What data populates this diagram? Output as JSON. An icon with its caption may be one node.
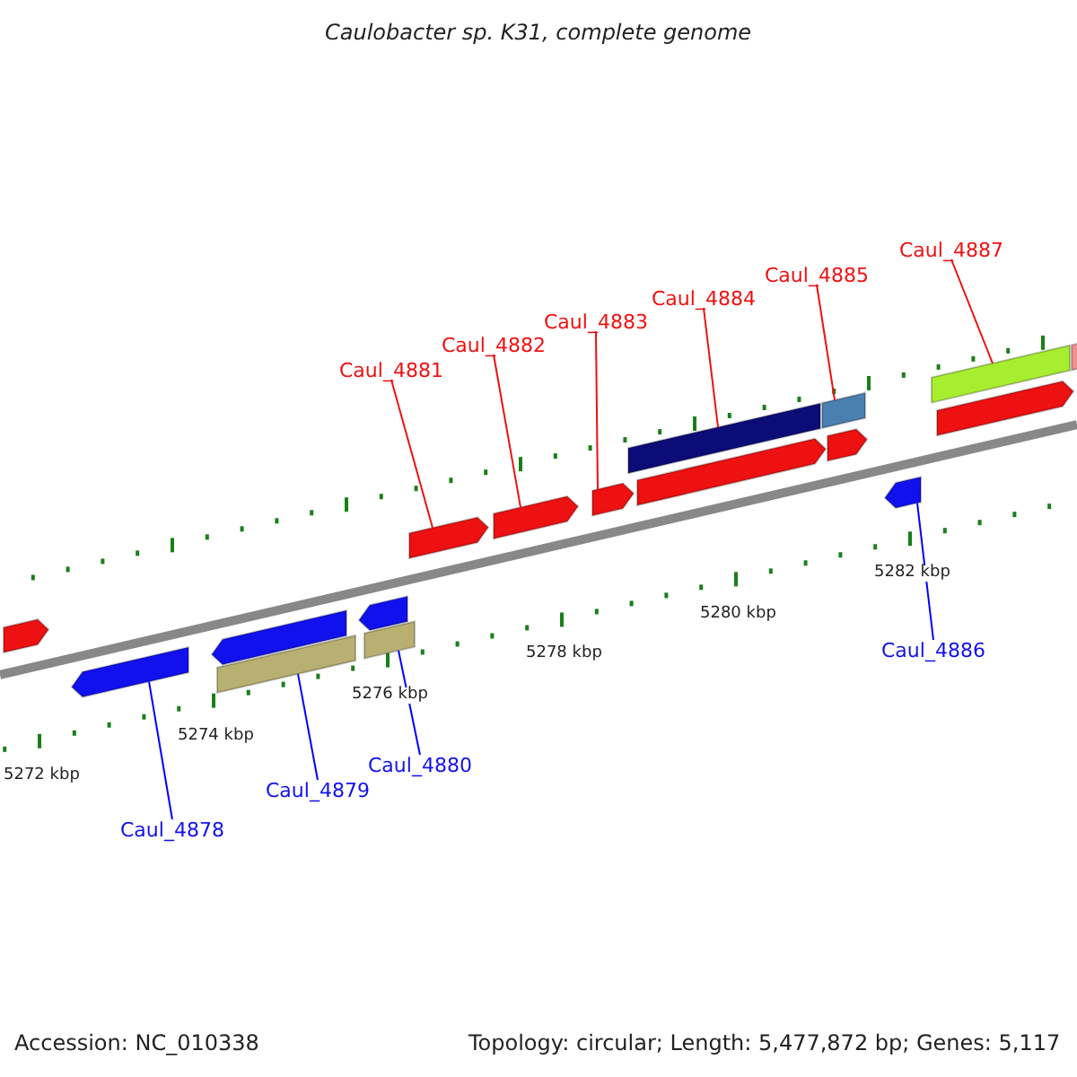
{
  "diagram": {
    "title": "Caulobacter sp. K31, complete genome",
    "nodes": [
      {
        "text": [
          "Caul_4881"
        ]
      },
      {
        "text": [
          "Caul_4882"
        ]
      },
      {
        "text": [
          "Caul_4883"
        ]
      },
      {
        "text": [
          "Caul_4884"
        ]
      },
      {
        "text": [
          "Caul_4885"
        ]
      },
      {
        "text": [
          "Caul_4887"
        ]
      },
      {
        "text": [
          "Caul_4886"
        ]
      },
      {
        "text": [
          "Caul_4880"
        ]
      },
      {
        "text": [
          "Caul_4879"
        ]
      },
      {
        "text": [
          "Caul_4878"
        ]
      },
      {
        "text": [],
        "shape": "bar"
      },
      {
        "text": [],
        "shape": "bar"
      },
      {
        "text": [],
        "shape": "bar"
      },
      {
        "text": [],
        "shape": "bar"
      },
      {
        "text": [],
        "shape": "bar"
      },
      {
        "text": [],
        "shape": "bar"
      },
      {
        "text": [],
        "shape": "bar"
      },
      {
        "text": [],
        "shape": "bar"
      },
      {
        "text": [],
        "shape": "bar"
      },
      {
        "text": [],
        "shape": "bar"
      },
      {
        "text": [],
        "shape": "bar"
      },
      {
        "text": [],
        "shape": "bar"
      },
      {
        "text": [],
        "shape": "bar"
      },
      {
        "text": [],
        "shape": "bar"
      },
      {
        "text": [],
        "shape": "bar"
      },
      {
        "text": [],
        "shape": "bar"
      },
      {
        "text": [],
        "shape": "bar"
      }
    ],
    "edges": [
      {
        "from": 0,
        "to": 16,
        "arrow": "none"
      },
      {
        "from": 1,
        "to": 17,
        "arrow": "none"
      },
      {
        "from": 2,
        "to": 18,
        "arrow": "none"
      },
      {
        "from": 3,
        "to": 19,
        "arrow": "none"
      },
      {
        "from": 4,
        "to": 21,
        "arrow": "none"
      },
      {
        "from": 5,
        "to": 24,
        "arrow": "none"
      },
      {
        "from": 6,
        "to": 23,
        "arrow": "none",
        "color": "#0000ff"
      },
      {
        "from": 7,
        "to": 15,
        "arrow": "none",
        "color": "#0000ff"
      },
      {
        "from": 8,
        "to": 13,
        "arrow": "none",
        "color": "#0000ff"
      },
      {
        "from": 9,
        "to": 11,
        "arrow": "none",
        "color": "#0000ff"
      }
    ],
    "labels": [
      "5282 kbp",
      "5280 kbp",
      "5278 kbp",
      "5276 kbp",
      "5274 kbp",
      "5272 kbp",
      "Accession: NC_010338",
      "Topology: circular; Length: 5,477,872 bp; Genes: 5,117"
    ]
  }
}
